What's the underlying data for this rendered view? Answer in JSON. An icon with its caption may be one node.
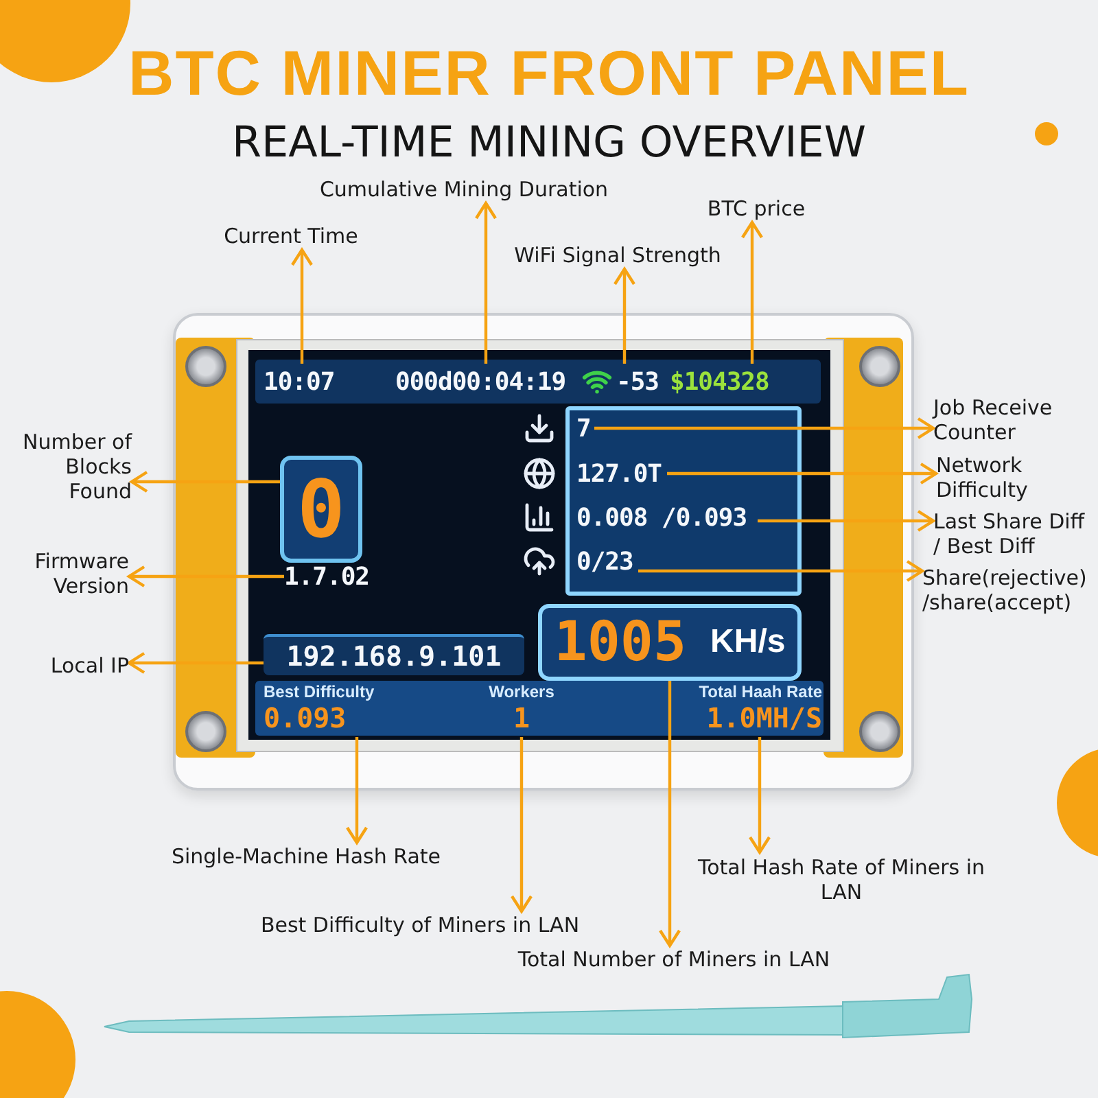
{
  "diagram": {
    "title": "BTC MINER FRONT PANEL",
    "nodes": [
      {
        "text": [
          "10:07"
        ]
      },
      {
        "text": [
          "000d00:04:19"
        ]
      },
      {
        "text": [
          "-53"
        ]
      },
      {
        "text": [
          "$104328"
        ]
      },
      {
        "text": [
          "7"
        ]
      },
      {
        "text": [
          "127.0T"
        ]
      },
      {
        "text": [
          "0.008 /0.093"
        ]
      },
      {
        "text": [
          "0/23"
        ]
      },
      {
        "text": [
          "0"
        ]
      },
      {
        "text": [
          "1.7.02"
        ]
      },
      {
        "text": [
          "192.168.9.101"
        ]
      },
      {
        "text": [
          "1005",
          "KH/s"
        ]
      },
      {
        "text": [
          "Best Difficulty",
          "0.093"
        ]
      },
      {
        "text": [
          "Workers",
          "1"
        ]
      },
      {
        "text": [
          "Total Haah Rate",
          "1.0MH/S"
        ]
      },
      {
        "text": [
          "Current Time"
        ]
      },
      {
        "text": [
          "Cumulative Mining Duration"
        ]
      },
      {
        "text": [
          "WiFi Signal Strength"
        ]
      },
      {
        "text": [
          "BTC price"
        ]
      },
      {
        "text": [
          "Job Receive Counter"
        ]
      },
      {
        "text": [
          "Network Difficulty"
        ]
      },
      {
        "text": [
          "Last Share Diff / Best Diff"
        ]
      },
      {
        "text": [
          "Share(rejective) /share(accept)"
        ]
      },
      {
        "text": [
          "Number of Blocks Found"
        ]
      },
      {
        "text": [
          "Firmware Version"
        ]
      },
      {
        "text": [
          "Local IP"
        ]
      },
      {
        "text": [
          "Single-Machine Hash Rate"
        ]
      },
      {
        "text": [
          "Best Difficulty of Miners in LAN"
        ]
      },
      {
        "text": [
          "Total Number of Miners in LAN"
        ]
      },
      {
        "text": [
          "Total Hash Rate of Miners in LAN"
        ]
      }
    ],
    "edges": [
      {
        "from": 0,
        "to": 15,
        "arrow": "to"
      },
      {
        "from": 1,
        "to": 16,
        "arrow": "to"
      },
      {
        "from": 2,
        "to": 17,
        "arrow": "to"
      },
      {
        "from": 3,
        "to": 18,
        "arrow": "to"
      },
      {
        "from": 4,
        "to": 19,
        "arrow": "to"
      },
      {
        "from": 5,
        "to": 20,
        "arrow": "to"
      },
      {
        "from": 6,
        "to": 21,
        "arrow": "to"
      },
      {
        "from": 7,
        "to": 22,
        "arrow": "to"
      },
      {
        "from": 8,
        "to": 23,
        "arrow": "to"
      },
      {
        "from": 9,
        "to": 24,
        "arrow": "to"
      },
      {
        "from": 10,
        "to": 25,
        "arrow": "to"
      },
      {
        "from": 12,
        "to": 26,
        "arrow": "to"
      },
      {
        "from": 13,
        "to": 27,
        "arrow": "to"
      },
      {
        "from": 11,
        "to": 28,
        "arrow": "to"
      },
      {
        "from": 14,
        "to": 29,
        "arrow": "to"
      }
    ],
    "labels": [
      "REAL-TIME MINING OVERVIEW"
    ]
  }
}
